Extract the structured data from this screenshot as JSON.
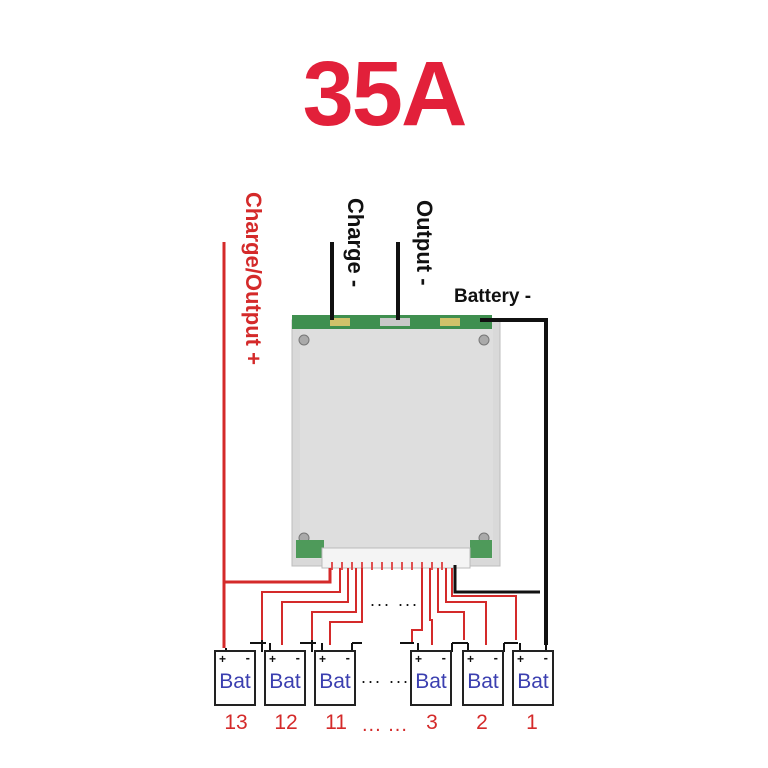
{
  "title": "35A",
  "labels": {
    "charge_output_plus": "Charge/Output +",
    "charge_minus": "Charge -",
    "output_minus": "Output -",
    "battery_minus": "Battery -"
  },
  "cells": [
    {
      "label": "Bat",
      "plus": "+",
      "minus": "-",
      "number": "13"
    },
    {
      "label": "Bat",
      "plus": "+",
      "minus": "-",
      "number": "12"
    },
    {
      "label": "Bat",
      "plus": "+",
      "minus": "-",
      "number": "11"
    },
    {
      "label": "Bat",
      "plus": "+",
      "minus": "-",
      "number": "3"
    },
    {
      "label": "Bat",
      "plus": "+",
      "minus": "-",
      "number": "2"
    },
    {
      "label": "Bat",
      "plus": "+",
      "minus": "-",
      "number": "1"
    }
  ],
  "ellipsis_wires": "... ...",
  "ellipsis_cells": "... ...",
  "ellipsis_numbers": "... ...",
  "colors": {
    "title": "#e2203a",
    "positive_wire": "#d42a2a",
    "negative_wire": "#111111",
    "bat_text": "#3b3fb0"
  }
}
